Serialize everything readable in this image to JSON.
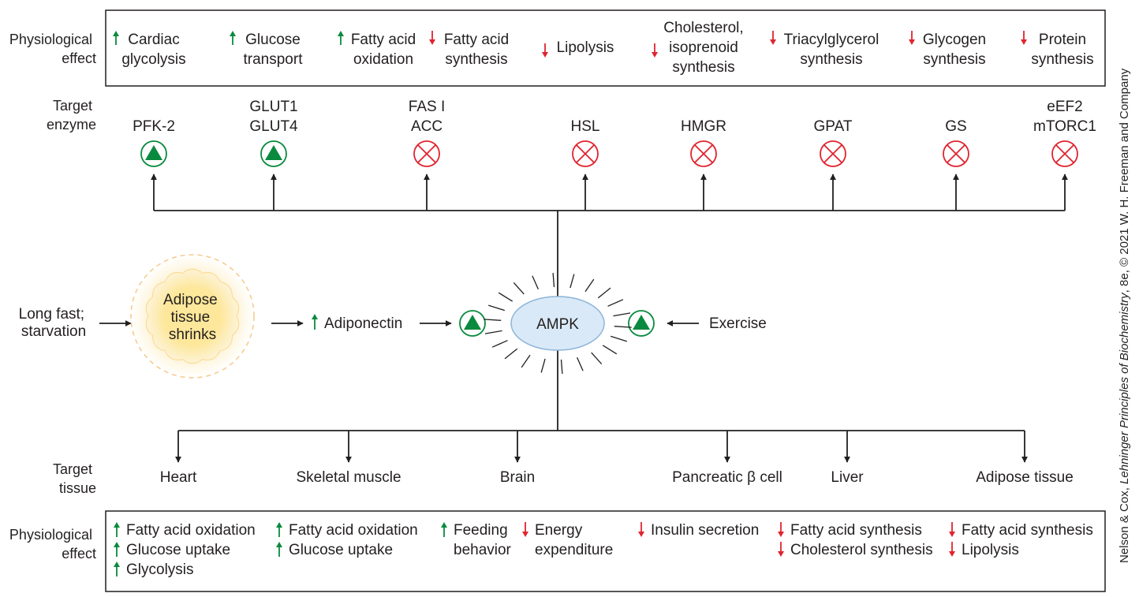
{
  "colors": {
    "activate": "#0a8a3e",
    "inhibit": "#e0242f",
    "up_arrow": "#0a8a3e",
    "down_arrow": "#e0242f",
    "ampk_fill": "#d9e9f7",
    "adipose_fill": "#fde79a",
    "line": "#231f20"
  },
  "row_labels": {
    "physio_top": [
      "Physiological",
      "effect"
    ],
    "target_enzyme": [
      "Target",
      "enzyme"
    ],
    "target_tissue": [
      "Target",
      "tissue"
    ],
    "physio_bottom": [
      "Physiological",
      "effect"
    ]
  },
  "top_effects": [
    {
      "dir": "up",
      "lines": [
        "Cardiac",
        "glycolysis"
      ]
    },
    {
      "dir": "up",
      "lines": [
        "Glucose",
        "transport"
      ]
    },
    {
      "dir": "up",
      "lines": [
        "Fatty acid",
        "oxidation"
      ]
    },
    {
      "dir": "down",
      "lines": [
        "Fatty acid",
        "synthesis"
      ]
    },
    {
      "dir": "down",
      "lines": [
        "Lipolysis"
      ]
    },
    {
      "dir": "down",
      "lines": [
        "Cholesterol,",
        "isoprenoid",
        "synthesis"
      ]
    },
    {
      "dir": "down",
      "lines": [
        "Triacylglycerol",
        "synthesis"
      ]
    },
    {
      "dir": "down",
      "lines": [
        "Glycogen",
        "synthesis"
      ]
    },
    {
      "dir": "down",
      "lines": [
        "Protein",
        "synthesis"
      ]
    }
  ],
  "enzymes": [
    {
      "lines": [
        "PFK-2"
      ],
      "effect": "activate",
      "icon": "activate-triangle-icon"
    },
    {
      "lines": [
        "GLUT1",
        "GLUT4"
      ],
      "effect": "activate",
      "icon": "activate-triangle-icon"
    },
    {
      "lines": [
        "FAS I",
        "ACC"
      ],
      "effect": "inhibit",
      "icon": "inhibit-x-icon"
    },
    {
      "lines": [
        "HSL"
      ],
      "effect": "inhibit",
      "icon": "inhibit-x-icon"
    },
    {
      "lines": [
        "HMGR"
      ],
      "effect": "inhibit",
      "icon": "inhibit-x-icon"
    },
    {
      "lines": [
        "GPAT"
      ],
      "effect": "inhibit",
      "icon": "inhibit-x-icon"
    },
    {
      "lines": [
        "GS"
      ],
      "effect": "inhibit",
      "icon": "inhibit-x-icon"
    },
    {
      "lines": [
        "eEF2",
        "mTORC1"
      ],
      "effect": "inhibit",
      "icon": "inhibit-x-icon"
    }
  ],
  "middle": {
    "starvation": [
      "Long fast;",
      "starvation"
    ],
    "adipose": [
      "Adipose",
      "tissue",
      "shrinks"
    ],
    "adiponectin": {
      "dir": "up",
      "text": "Adiponectin"
    },
    "ampk": "AMPK",
    "exercise": "Exercise"
  },
  "tissues": [
    "Heart",
    "Skeletal muscle",
    "Brain",
    "Pancreatic β cell",
    "Liver",
    "Adipose tissue"
  ],
  "bottom_effects": [
    [
      {
        "dir": "up",
        "text": "Fatty acid oxidation"
      },
      {
        "dir": "up",
        "text": "Glucose uptake"
      },
      {
        "dir": "up",
        "text": "Glycolysis"
      }
    ],
    [
      {
        "dir": "up",
        "text": "Fatty acid oxidation"
      },
      {
        "dir": "up",
        "text": "Glucose uptake"
      }
    ],
    [
      {
        "dir": "up",
        "text": "Feeding"
      },
      {
        "dir": "none",
        "text": "behavior"
      }
    ],
    [
      {
        "dir": "down",
        "text": "Energy"
      },
      {
        "dir": "none",
        "text": "expenditure"
      }
    ],
    [
      {
        "dir": "down",
        "text": "Insulin secretion"
      }
    ],
    [
      {
        "dir": "down",
        "text": "Fatty acid synthesis"
      },
      {
        "dir": "down",
        "text": "Cholesterol synthesis"
      }
    ],
    [
      {
        "dir": "down",
        "text": "Fatty acid synthesis"
      },
      {
        "dir": "down",
        "text": "Lipolysis"
      }
    ]
  ],
  "credit": {
    "prefix": "Nelson & Cox, ",
    "book": "Lehninger Principles of Biochemistry",
    "suffix": ", 8e, © 2021 W. H. Freeman and Company"
  }
}
